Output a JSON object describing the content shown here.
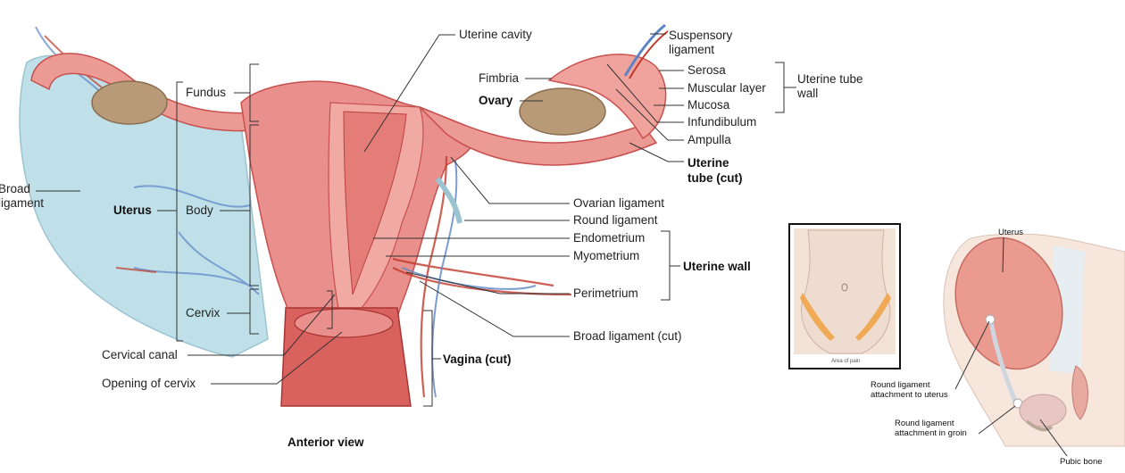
{
  "main_figure": {
    "caption": "Anterior view",
    "labels": {
      "broad_ligament": [
        "Broad",
        "ligament"
      ],
      "uterus": "Uterus",
      "fundus": "Fundus",
      "body": "Body",
      "cervix": "Cervix",
      "cervical_canal": "Cervical canal",
      "opening_of_cervix": "Opening of cervix",
      "uterine_cavity": "Uterine cavity",
      "fimbria": "Fimbria",
      "ovary": "Ovary",
      "suspensory_ligament": [
        "Suspensory",
        "ligament"
      ],
      "serosa": "Serosa",
      "muscular_layer": "Muscular layer",
      "mucosa": "Mucosa",
      "uterine_tube_wall": [
        "Uterine tube",
        "wall"
      ],
      "infundibulum": "Infundibulum",
      "ampulla": "Ampulla",
      "uterine_tube_cut": [
        "Uterine",
        "tube (cut)"
      ],
      "ovarian_ligament": "Ovarian ligament",
      "round_ligament": "Round ligament",
      "endometrium": "Endometrium",
      "myometrium": "Myometrium",
      "perimetrium": "Perimetrium",
      "uterine_wall": "Uterine wall",
      "broad_ligament_cut": "Broad ligament (cut)",
      "vagina_cut": "Vagina (cut)"
    }
  },
  "pain_inset": {
    "caption": "Area of pain"
  },
  "side_figure": {
    "labels": {
      "uterus": "Uterus",
      "round_ligament_uterus": [
        "Round ligament",
        "attachment to uterus"
      ],
      "round_ligament_groin": [
        "Round ligament",
        "attachment in groin"
      ],
      "pubic_bone": "Pubic bone"
    }
  },
  "colors": {
    "uterus": "#e98f8c",
    "uterus_dark": "#c8504f",
    "broad_ligament": "#bfe0e8",
    "ovary": "#b89a78",
    "artery": "#c0392b",
    "vein": "#5b84c4",
    "pain_area": "#f0a040"
  }
}
